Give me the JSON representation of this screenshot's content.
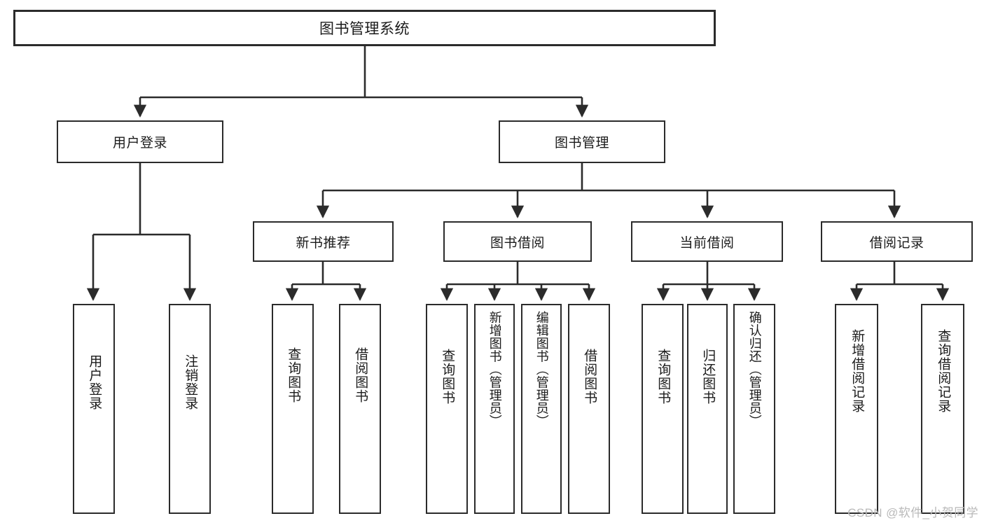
{
  "diagram": {
    "type": "tree-hierarchy-chart",
    "title": "图书管理系统",
    "watermark": "CSDN @软件_小贺同学",
    "colors": {
      "box_border": "#2b2b2b",
      "box_fill": "#ffffff",
      "connector": "#2b2b2b",
      "text": "#1b1b1b",
      "watermark": "#b9b9b9"
    },
    "root": {
      "label": "图书管理系统",
      "children": [
        {
          "label": "用户登录",
          "children": [
            {
              "label": "用户登录"
            },
            {
              "label": "注销登录"
            }
          ]
        },
        {
          "label": "图书管理",
          "children": [
            {
              "label": "新书推荐",
              "children": [
                {
                  "label": "查询图书"
                },
                {
                  "label": "借阅图书"
                }
              ]
            },
            {
              "label": "图书借阅",
              "children": [
                {
                  "label": "查询图书"
                },
                {
                  "label": "新增图书（管理员）"
                },
                {
                  "label": "编辑图书（管理员）"
                },
                {
                  "label": "借阅图书"
                }
              ]
            },
            {
              "label": "当前借阅",
              "children": [
                {
                  "label": "查询图书"
                },
                {
                  "label": "归还图书"
                },
                {
                  "label": "确认归还（管理员）"
                }
              ]
            },
            {
              "label": "借阅记录",
              "children": [
                {
                  "label": "新增借阅记录"
                },
                {
                  "label": "查询借阅记录"
                }
              ]
            }
          ]
        }
      ]
    },
    "nodes": {
      "root_title": "图书管理系统",
      "l1_user_login": "用户登录",
      "l1_book_mgmt": "图书管理",
      "l2_new_book_rec": "新书推荐",
      "l2_book_borrow": "图书借阅",
      "l2_current_borrow": "当前借阅",
      "l2_borrow_record": "借阅记录",
      "leaf_user_login": "用户登录",
      "leaf_logout": "注销登录",
      "leaf_rec_query_book": "查询图书",
      "leaf_rec_borrow_book": "借阅图书",
      "leaf_bb_query_book": "查询图书",
      "leaf_bb_add_book": "新增图书（管理员）",
      "leaf_bb_edit_book": "编辑图书（管理员）",
      "leaf_bb_borrow_book": "借阅图书",
      "leaf_cb_query_book": "查询图书",
      "leaf_cb_return_book": "归还图书",
      "leaf_cb_confirm_return": "确认归还（管理员）",
      "leaf_br_add_record": "新增借阅记录",
      "leaf_br_query_record": "查询借阅记录"
    }
  }
}
